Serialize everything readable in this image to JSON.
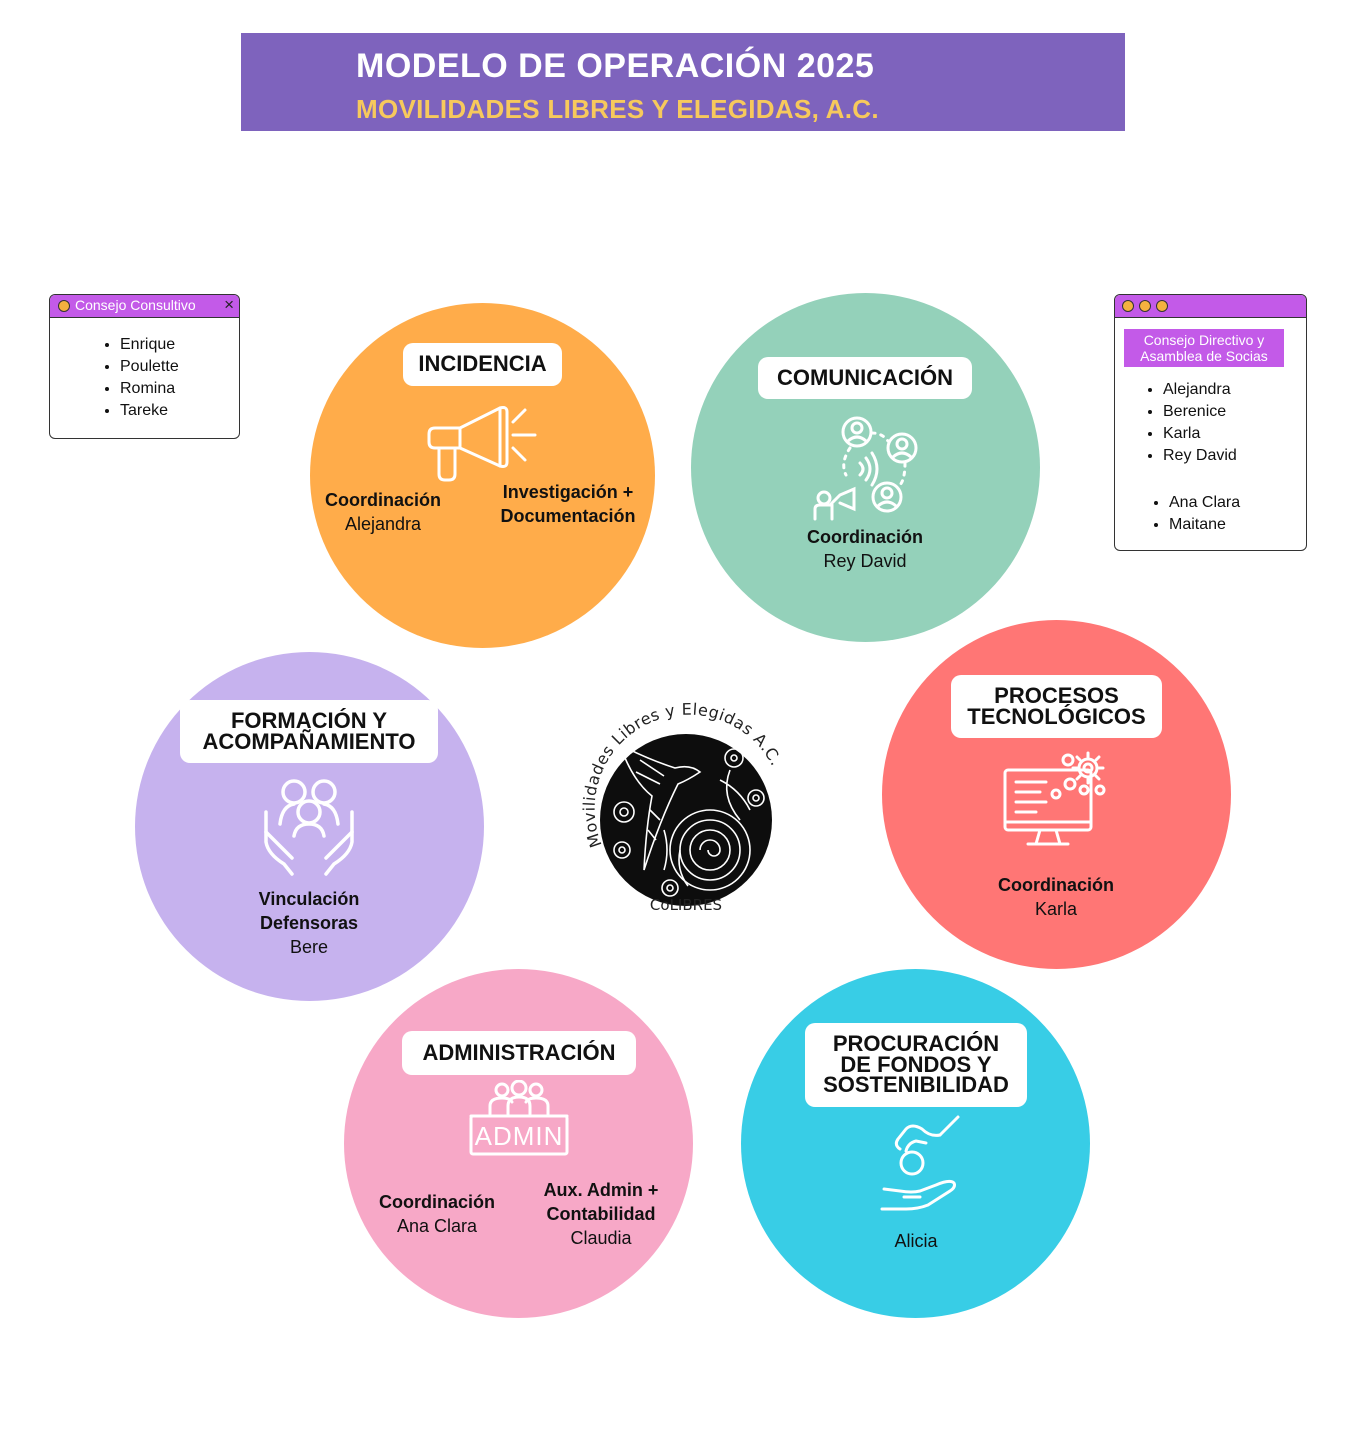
{
  "header": {
    "title": "MODELO DE OPERACIÓN 2025",
    "subtitle": "MOVILIDADES LIBRES Y ELEGIDAS, A.C."
  },
  "consejo_consultivo": {
    "title": "Consejo Consultivo",
    "close": "×",
    "members": [
      "Enrique",
      "Poulette",
      "Romina",
      "Tareke"
    ]
  },
  "consejo_directivo": {
    "title": "Consejo Directivo y Asamblea de Socias",
    "members_a": [
      "Alejandra",
      "Berenice",
      "Karla",
      "Rey David"
    ],
    "members_b": [
      "Ana Clara",
      "Maitane"
    ]
  },
  "logo": {
    "arc_text": "Movilidades Libres y Elegidas A.C.",
    "bottom_text": "CoLIBRES"
  },
  "areas": {
    "incidencia": {
      "title": "INCIDENCIA",
      "color": "#ffac4a",
      "role1_title": "Coordinación",
      "role1_name": "Alejandra",
      "role2_title_l1": "Investigación +",
      "role2_title_l2": "Documentación",
      "icon": "megaphone-icon"
    },
    "comunicacion": {
      "title": "COMUNICACIÓN",
      "color": "#94d1ba",
      "role1_title": "Coordinación",
      "role1_name": "Rey David",
      "icon": "network-people-icon"
    },
    "formacion": {
      "title_l1": "FORMACIÓN Y",
      "title_l2": "ACOMPAÑAMIENTO",
      "color": "#c6b2ee",
      "role1_title_l1": "Vinculación",
      "role1_title_l2": "Defensoras",
      "role1_name": "Bere",
      "icon": "hands-people-icon"
    },
    "procesos": {
      "title_l1": "PROCESOS",
      "title_l2": "TECNOLÓGICOS",
      "color": "#ff7675",
      "role1_title": "Coordinación",
      "role1_name": "Karla",
      "icon": "computer-gears-icon"
    },
    "administracion": {
      "title": "ADMINISTRACIÓN",
      "color": "#f7a8c7",
      "icon_text": "ADMIN",
      "role1_title": "Coordinación",
      "role1_name": "Ana Clara",
      "role2_title_l1": "Aux. Admin +",
      "role2_title_l2": "Contabilidad",
      "role2_name": "Claudia",
      "icon": "admin-team-icon"
    },
    "procuracion": {
      "title_l1": "PROCURACIÓN",
      "title_l2": "DE FONDOS Y",
      "title_l3": "SOSTENIBILIDAD",
      "color": "#38cde6",
      "role1_name": "Alicia",
      "icon": "coin-hands-icon"
    }
  }
}
